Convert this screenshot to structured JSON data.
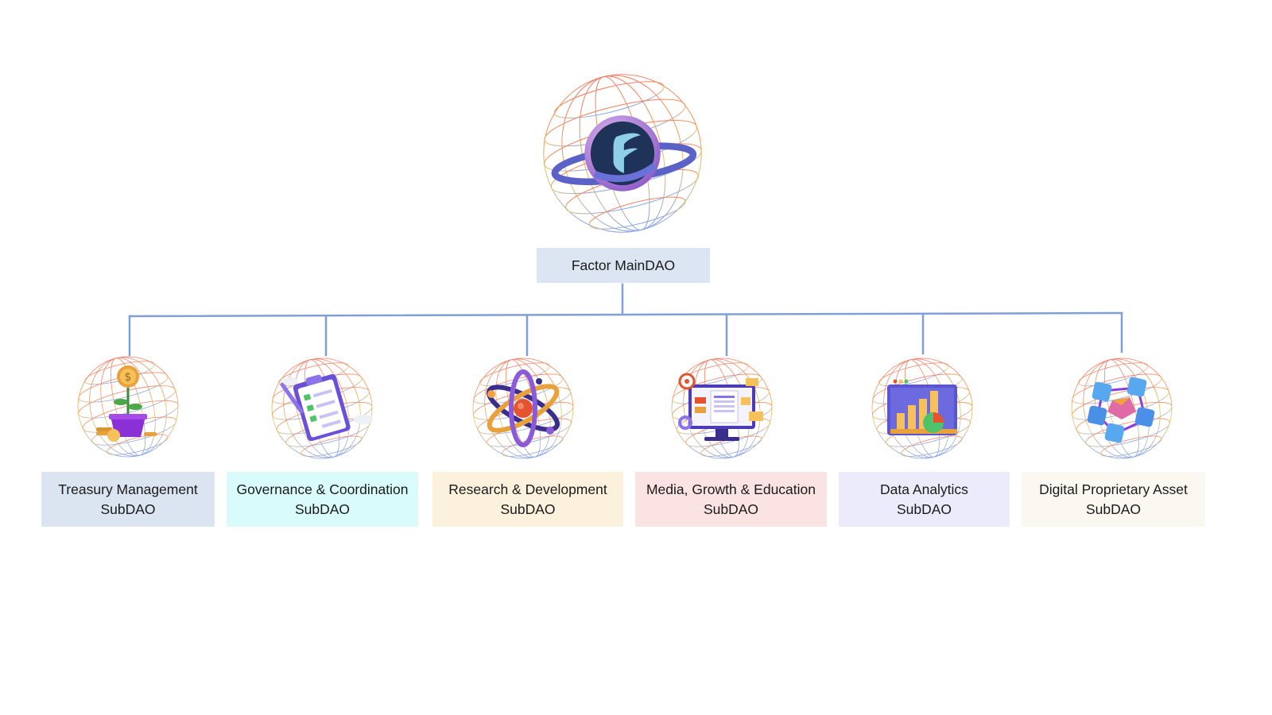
{
  "main": {
    "label": "Factor MainDAO",
    "box_color": "#dce6f2",
    "icon": "factor-logo-icon"
  },
  "subdaos": [
    {
      "line1": "Treasury Management",
      "line2": "SubDAO",
      "box_color": "#dbe5f1",
      "icon": "money-plant-icon"
    },
    {
      "line1": "Governance & Coordination",
      "line2": "SubDAO",
      "box_color": "#d9fbfb",
      "icon": "clipboard-checklist-icon"
    },
    {
      "line1": "Research & Development",
      "line2": "SubDAO",
      "box_color": "#fbf1dc",
      "icon": "atom-icon"
    },
    {
      "line1": "Media, Growth & Education",
      "line2": "SubDAO",
      "box_color": "#fbe3e3",
      "icon": "content-monitor-icon"
    },
    {
      "line1": "Data Analytics",
      "line2": "SubDAO",
      "box_color": "#ecebfb",
      "icon": "bar-chart-icon"
    },
    {
      "line1": "Digital Proprietary Asset",
      "line2": "SubDAO",
      "box_color": "#fbf8f2",
      "icon": "blockchain-cubes-icon"
    }
  ],
  "colors": {
    "connector": "#7f9fd6",
    "globe_warm": "#f3a25e",
    "globe_cool": "#8aa6e8"
  }
}
